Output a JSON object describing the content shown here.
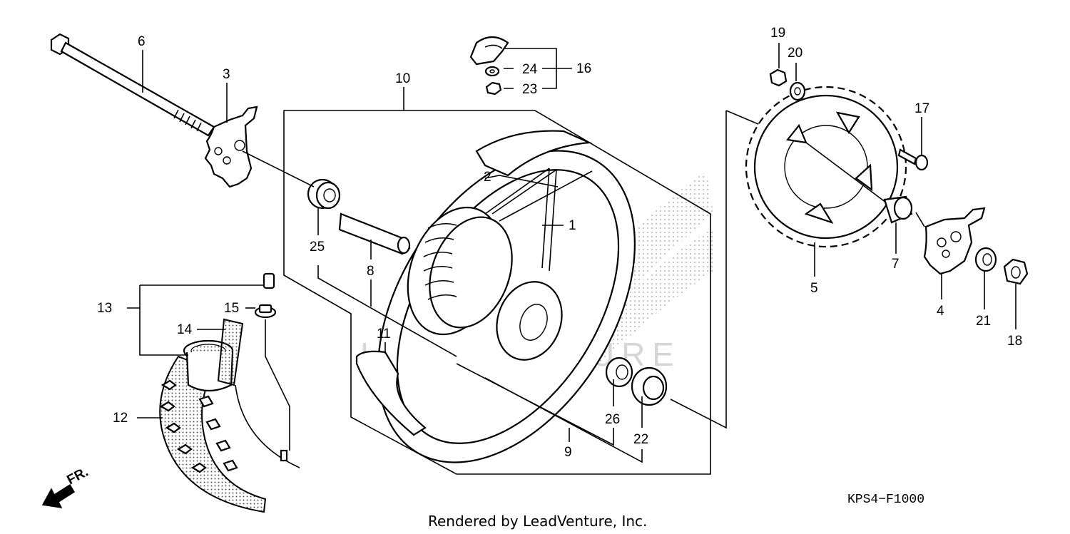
{
  "diagram": {
    "diagram_code": "KPS4−F1000",
    "credit": "Rendered by LeadVenture, Inc.",
    "watermark": "LEADVENTURE",
    "direction_marker": "FR.",
    "part_labels": {
      "p1": "1",
      "p2": "2",
      "p3": "3",
      "p4": "4",
      "p5": "5",
      "p6": "6",
      "p7": "7",
      "p8": "8",
      "p9": "9",
      "p10": "10",
      "p11": "11",
      "p12": "12",
      "p13": "13",
      "p14": "14",
      "p15": "15",
      "p16": "16",
      "p17": "17",
      "p18": "18",
      "p19": "19",
      "p20": "20",
      "p21": "21",
      "p22": "22",
      "p23": "23",
      "p24": "24",
      "p25": "25",
      "p26": "26"
    }
  }
}
